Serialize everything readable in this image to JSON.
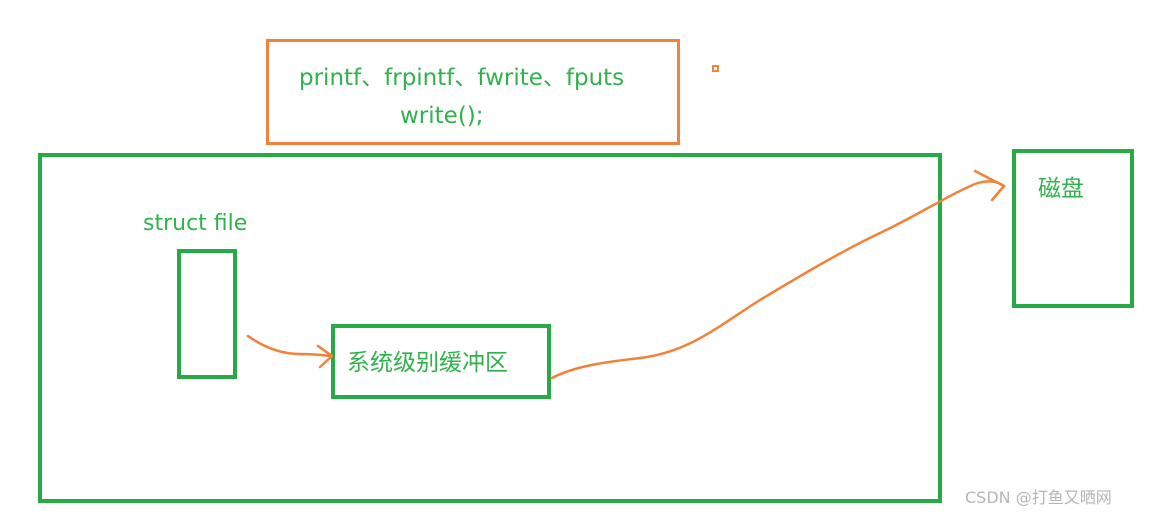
{
  "functions": {
    "line1": "printf、frpintf、fwrite、fputs",
    "line2": "write();"
  },
  "process": {
    "struct_label": "struct file"
  },
  "buffer": {
    "label": "系统级别缓冲区"
  },
  "disk": {
    "label": "磁盘"
  },
  "watermark": "CSDN @打鱼又晒网",
  "colors": {
    "green": "#27aa45",
    "text_green": "#2fb24c",
    "orange": "#f2823a",
    "watermark_gray": "#b6b6b6"
  }
}
